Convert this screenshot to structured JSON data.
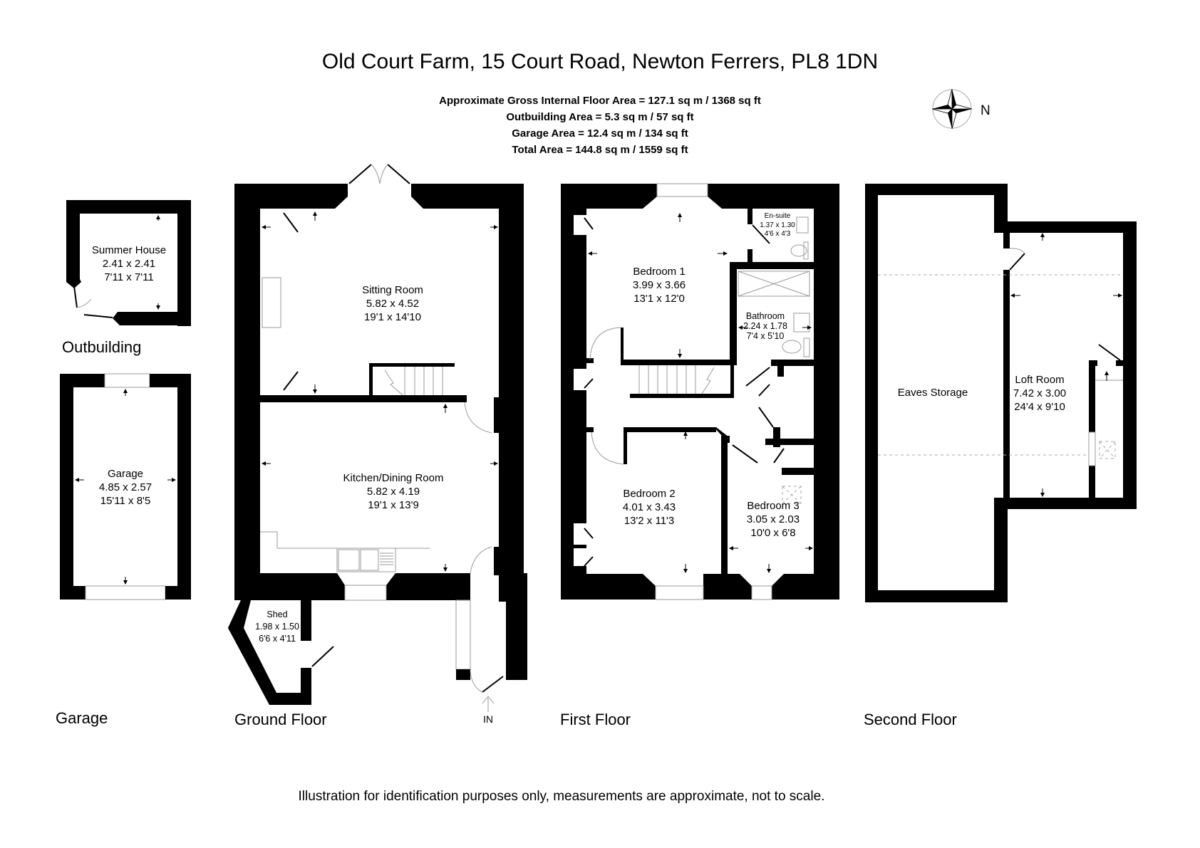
{
  "header": {
    "title": "Old Court Farm, 15 Court Road, Newton Ferrers, PL8 1DN",
    "areas": [
      "Approximate Gross Internal Floor Area  = 127.1 sq m  / 1368 sq ft",
      "Outbuilding Area = 5.3 sq m  / 57 sq ft",
      "Garage Area = 12.4 sq m  / 134 sq ft",
      "Total Area = 144.8 sq m  / 1559 sq ft"
    ],
    "compass": {
      "icon": "compass-rose-icon",
      "label": "N"
    }
  },
  "outbuilding": {
    "label": "Outbuilding",
    "rooms": [
      {
        "name": "Summer House",
        "metric": "2.41 x 2.41",
        "imperial": "7'11 x 7'11"
      }
    ]
  },
  "garage": {
    "label": "Garage",
    "rooms": [
      {
        "name": "Garage",
        "metric": "4.85 x 2.57",
        "imperial": "15'11 x 8'5"
      }
    ]
  },
  "ground_floor": {
    "label": "Ground Floor",
    "entrance": "IN",
    "rooms": [
      {
        "name": "Sitting Room",
        "metric": "5.82 x 4.52",
        "imperial": "19'1 x 14'10"
      },
      {
        "name": "Kitchen/Dining Room",
        "metric": "5.82 x 4.19",
        "imperial": "19'1 x 13'9"
      },
      {
        "name": "Shed",
        "metric": "1.98 x 1.50",
        "imperial": "6'6 x 4'11"
      }
    ]
  },
  "first_floor": {
    "label": "First Floor",
    "rooms": [
      {
        "name": "Bedroom 1",
        "metric": "3.99 x 3.66",
        "imperial": "13'1 x 12'0"
      },
      {
        "name": "En-suite",
        "metric": "1.37 x 1.30",
        "imperial": "4'6 x 4'3"
      },
      {
        "name": "Bathroom",
        "metric": "2.24 x 1.78",
        "imperial": "7'4 x 5'10"
      },
      {
        "name": "Bedroom 2",
        "metric": "4.01 x 3.43",
        "imperial": "13'2 x 11'3"
      },
      {
        "name": "Bedroom 3",
        "metric": "3.05 x 2.03",
        "imperial": "10'0 x 6'8"
      }
    ]
  },
  "second_floor": {
    "label": "Second Floor",
    "rooms": [
      {
        "name": "Eaves Storage"
      },
      {
        "name": "Loft Room",
        "metric": "7.42 x 3.00",
        "imperial": "24'4 x 9'10"
      }
    ]
  },
  "footer": {
    "disclaimer": "Illustration for identification purposes only, measurements are approximate, not to scale."
  }
}
